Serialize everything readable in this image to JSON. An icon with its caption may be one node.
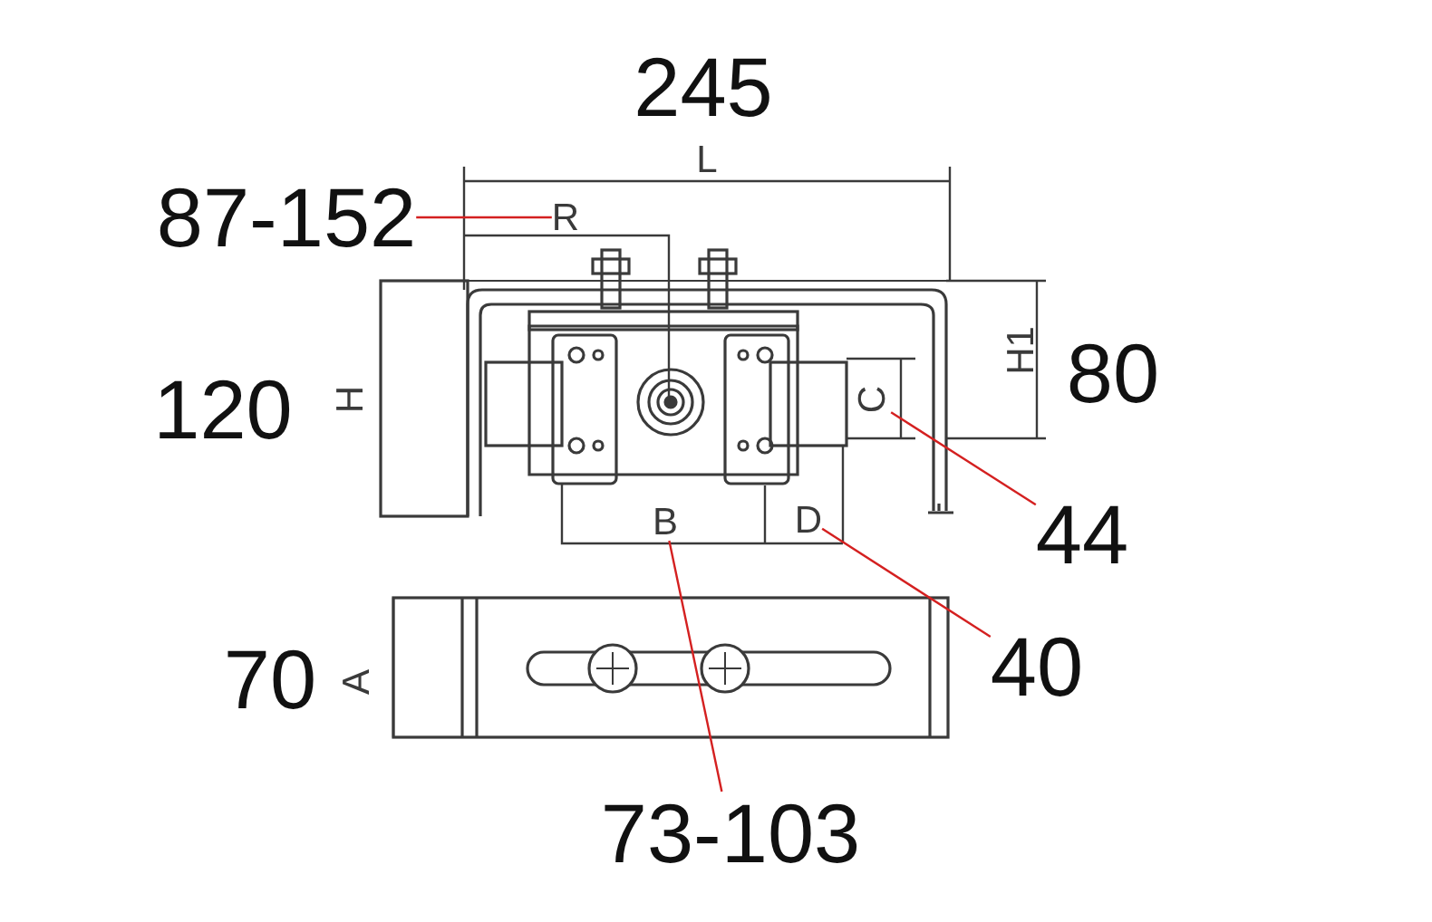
{
  "diagram": {
    "nodes": [
      {
        "text": [
          "87-152"
        ]
      },
      {
        "text": [
          "R"
        ]
      },
      {
        "text": [
          "44"
        ]
      },
      {
        "text": [
          "C"
        ]
      },
      {
        "text": [
          "40"
        ]
      },
      {
        "text": [
          "D"
        ]
      },
      {
        "text": [
          "73-103"
        ]
      },
      {
        "text": [
          "B"
        ]
      }
    ],
    "edges": [
      {
        "from": 0,
        "to": 1,
        "arrow": "none"
      },
      {
        "from": 2,
        "to": 3,
        "arrow": "none"
      },
      {
        "from": 4,
        "to": 5,
        "arrow": "none"
      },
      {
        "from": 6,
        "to": 7,
        "arrow": "none"
      }
    ],
    "labels": [
      "245",
      "L",
      "120",
      "H",
      "H1",
      "80",
      "70",
      "A"
    ]
  }
}
